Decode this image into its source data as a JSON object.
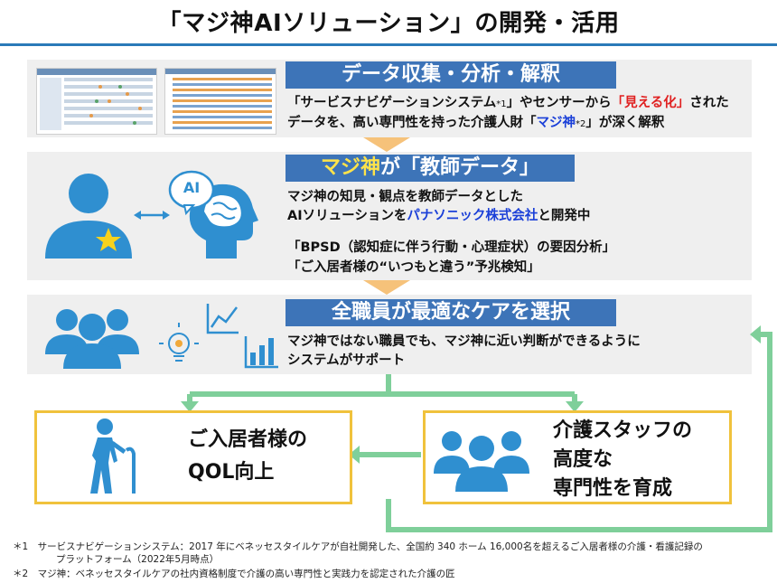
{
  "title": "「マジ神AIソリューション」の開発・活用",
  "section1": {
    "label": "データ収集・分析・解釈",
    "line1_a": "「サービスナビゲーションシステム",
    "line1_sup": "*1",
    "line1_b": "」やセンサーから",
    "line1_red": "「見える化」",
    "line1_c": "された",
    "line2_a": "データを、高い専門性を持った介護人財「",
    "line2_blue": "マジ神",
    "line2_sup": "*2",
    "line2_b": "」が深く解釈"
  },
  "section2": {
    "label_yellow": "マジ神",
    "label_rest": "が「教師データ」",
    "ai_text": "AI",
    "line1": "マジ神の知見・観点を教師データとした",
    "line2_a": "AIソリューションを",
    "line2_blue": "パナソニック株式会社",
    "line2_b": "と開発中",
    "line3": "「BPSD（認知症に伴う行動・心理症状）の要因分析」",
    "line4": "「ご入居者様の“いつもと違う”予兆検知」"
  },
  "section3": {
    "label": "全職員が最適なケアを選択",
    "line1": "マジ神ではない職員でも、マジ神に近い判断ができるように",
    "line2": "システムがサポート"
  },
  "box_left": {
    "line1": "ご入居者様の",
    "line2": "QOL向上"
  },
  "box_right": {
    "line1": "介護スタッフの",
    "line2": "高度な",
    "line3": "専門性を育成"
  },
  "footnotes": {
    "fn1_a": "＊1　サービスナビゲーションシステム：2017 年にベネッセスタイルケアが自社開発した、全国約 340 ホーム 16,000名を超えるご入居者様の介護・看護記録の",
    "fn1_b": "プラットフォーム（2022年5月時点）",
    "fn2": "＊2　マジ神：ベネッセスタイルケアの社内資格制度で介護の高い専門性と実践力を認定された介護の匠"
  },
  "colors": {
    "accent_blue": "#3d74b8",
    "icon_blue": "#2f8fd0",
    "arrow_green": "#7fcf9a",
    "box_border": "#f0c23c",
    "chevron": "#f6c27a",
    "highlight_red": "#e02020",
    "highlight_blue": "#1a3fd8"
  }
}
